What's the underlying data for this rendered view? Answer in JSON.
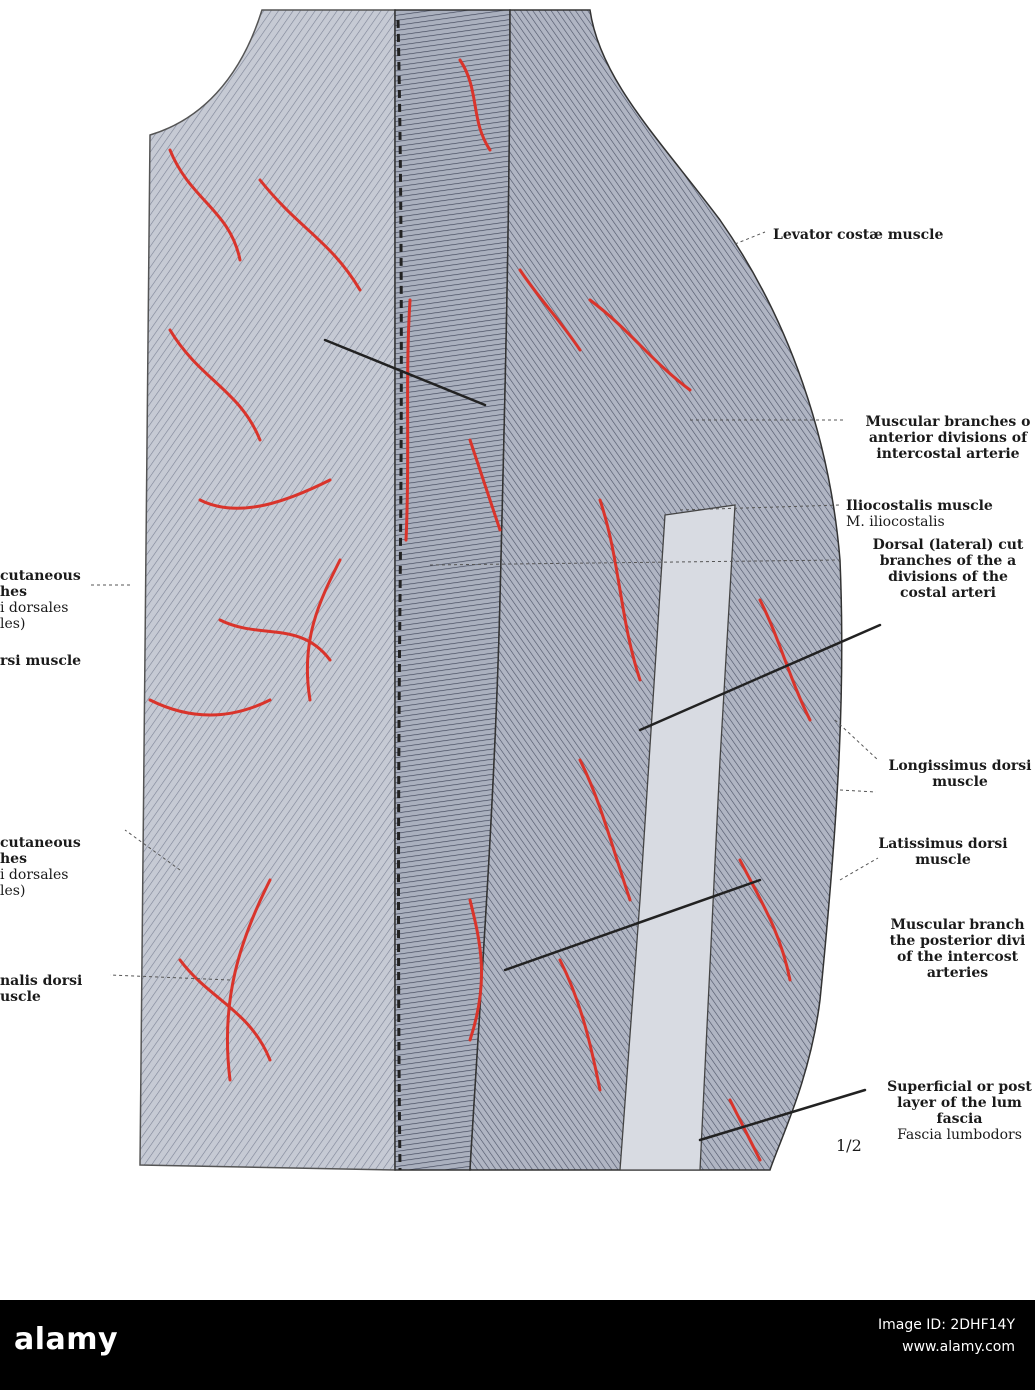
{
  "labels": {
    "levator": "Levator costæ muscle",
    "muscular_anterior": [
      "Muscular branches o",
      "anterior divisions of",
      "intercostal arterie"
    ],
    "iliocostalis": [
      "Iliocostalis muscle",
      "M. iliocostalis"
    ],
    "dorsal_lateral": [
      "Dorsal (lateral) cut",
      "branches of the a",
      "divisions of the",
      "costal arteri"
    ],
    "longissimus": [
      "Longissimus dorsi",
      "muscle"
    ],
    "latissimus": [
      "Latissimus dorsi",
      "muscle"
    ],
    "muscular_posterior": [
      "Muscular branch",
      "the posterior divi",
      "of the intercost",
      "arteries"
    ],
    "superficial": [
      "Superficial or post",
      "layer of the lum",
      "fascia",
      "Fascia lumbodors"
    ],
    "left_cutaneous_1": [
      "cutaneous",
      "hes",
      "i dorsales",
      "les)"
    ],
    "left_rsi": "rsi muscle",
    "left_cutaneous_2": [
      "cutaneous",
      "hes",
      "i dorsales",
      "les)"
    ],
    "left_spinalis": [
      "nalis dorsi",
      "uscle"
    ],
    "scale": "1/2"
  },
  "footer": {
    "brand": "alamy",
    "image_id": "Image ID: 2DHF14Y",
    "site": "www.alamy.com"
  },
  "colors": {
    "artery": "#d9342b",
    "muscle_fill": "#b8bcc8",
    "line": "#2a2a2a",
    "footer_bg": "#000000"
  }
}
